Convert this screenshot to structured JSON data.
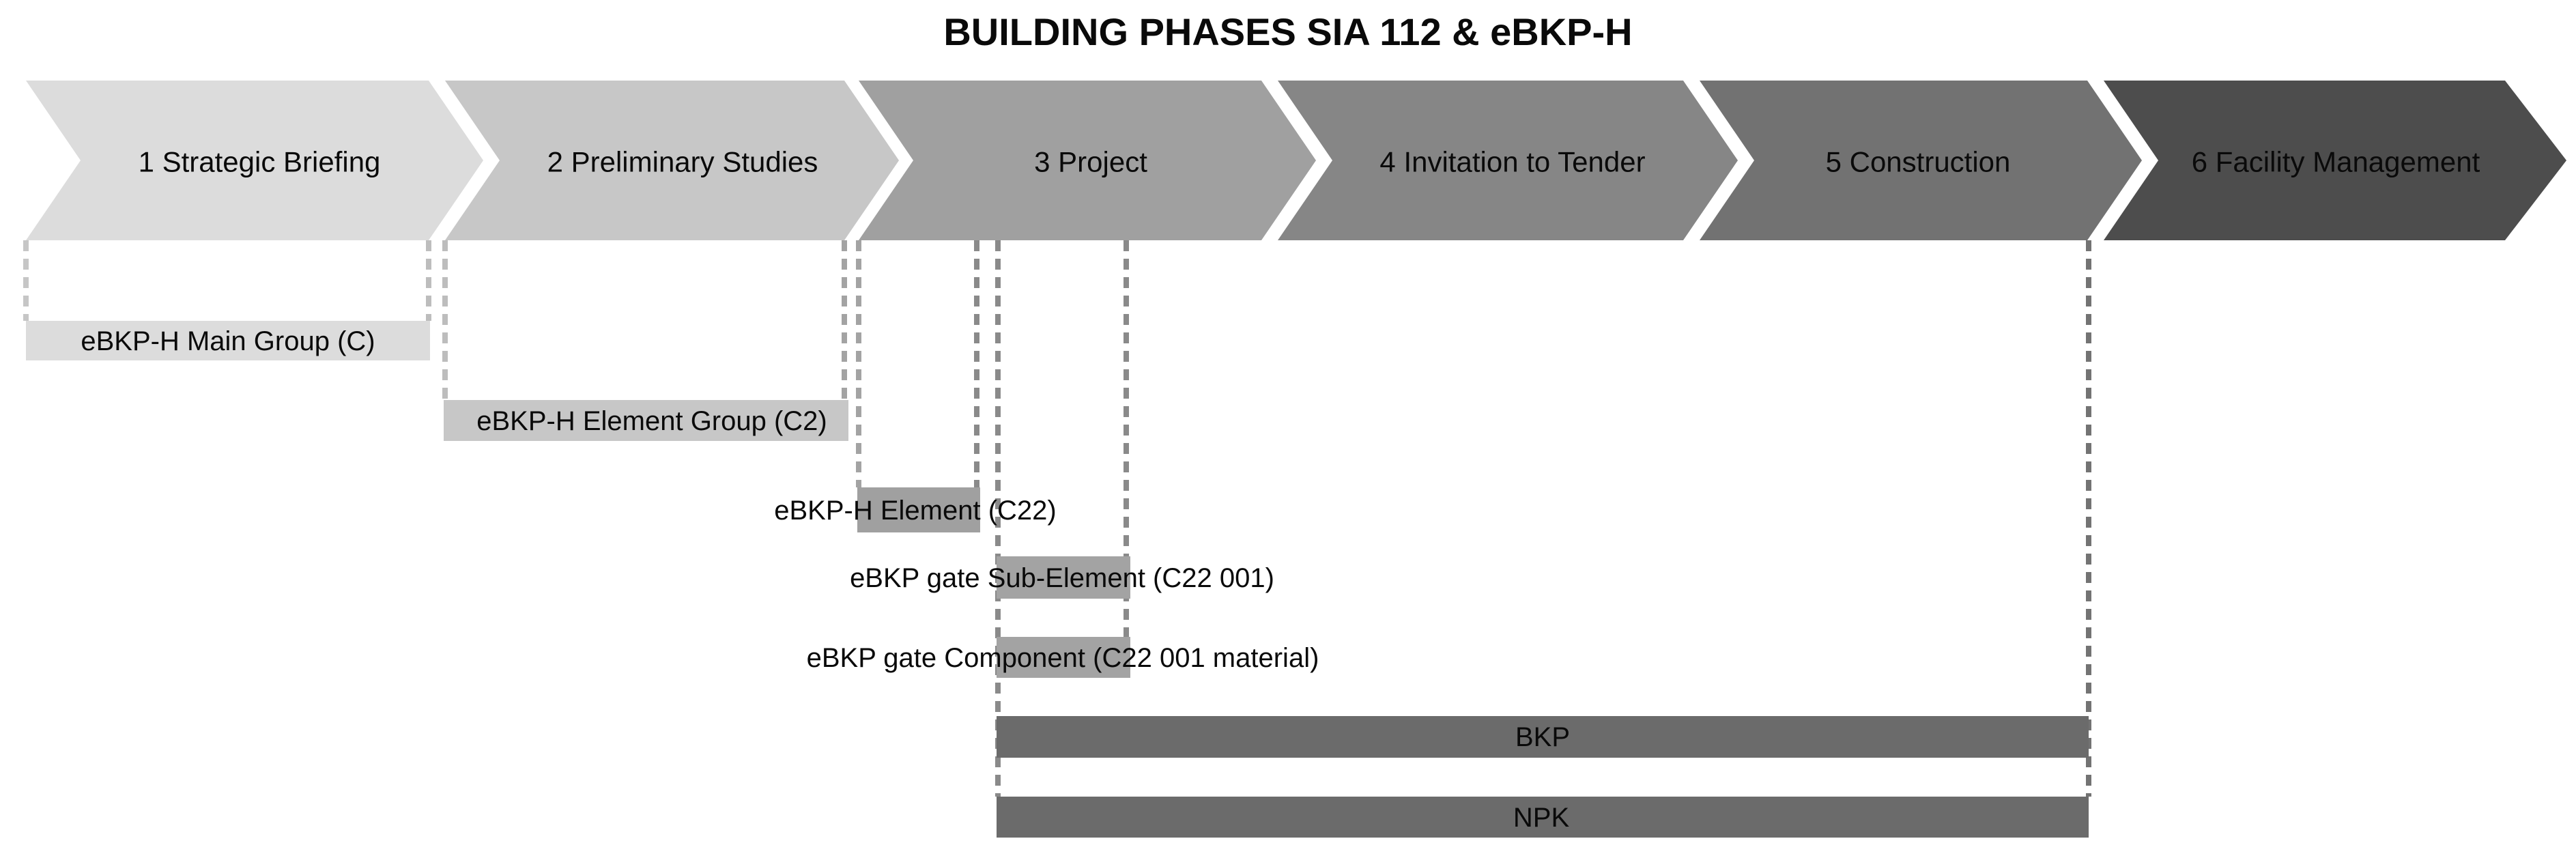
{
  "title": "BUILDING PHASES SIA 112 & eBKP-H",
  "phases": [
    {
      "label": "1 Strategic Briefing",
      "color": "#dcdcdc"
    },
    {
      "label": "2 Preliminary Studies",
      "color": "#c7c7c7"
    },
    {
      "label": "3 Project",
      "color": "#a0a0a0"
    },
    {
      "label": "4 Invitation to Tender",
      "color": "#868686"
    },
    {
      "label": "5 Construction",
      "color": "#727272"
    },
    {
      "label": "6 Facility Management",
      "color": "#4d4d4d"
    }
  ],
  "rows": [
    {
      "label": "eBKP-H Main Group (C)",
      "color": "#dcdcdc"
    },
    {
      "label": "eBKP-H Element Group (C2)",
      "color": "#c7c7c7"
    },
    {
      "label": "eBKP-H Element (C22)",
      "color": "#a0a0a0"
    },
    {
      "label": "eBKP gate Sub-Element (C22 001)",
      "color": "#a3a3a3"
    },
    {
      "label": "eBKP gate Component (C22 001 material)",
      "color": "#a3a3a3"
    },
    {
      "label": "BKP",
      "color": "#6b6b6b"
    },
    {
      "label": "NPK",
      "color": "#6b6b6b"
    }
  ],
  "guides": [
    "#c6c6c6",
    "#bdbdbd",
    "#bdbdbd",
    "#a3a3a3",
    "#a3a3a3",
    "#8a8a8a",
    "#8a8a8a",
    "#8a8a8a",
    "#737373"
  ],
  "colors": {
    "background": "#ffffff",
    "text": "#0a0a0a"
  }
}
